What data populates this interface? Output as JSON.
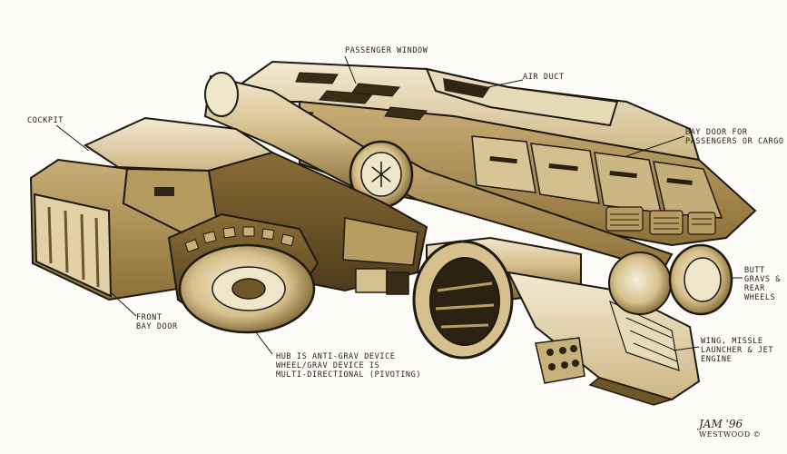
{
  "colors": {
    "paper": "#fcfbf7",
    "ink": "#1f1a10",
    "sepia_dark": "#6e5628",
    "sepia_mid": "#a88a4e",
    "sepia_light": "#d9c89a",
    "sepia_pale": "#efe6cc"
  },
  "labels": {
    "cockpit": "Cockpit",
    "passenger_window": "Passenger window",
    "air_duct": "Air duct",
    "bay_door_line1": "Bay door for",
    "bay_door_line2": "passengers or cargo",
    "butt_grav_line1": "Butt",
    "butt_grav_line2": "gravs &",
    "butt_grav_line3": "rear",
    "butt_grav_line4": "wheels",
    "front_bay_door_line1": "Front",
    "front_bay_door_line2": "bay door",
    "hub_line1": "Hub is anti-grav device",
    "hub_line2": "wheel/grav device is",
    "hub_line3": "multi-directional (pivoting)",
    "wing_line1": "Wing, missle",
    "wing_line2": "launcher & jet",
    "wing_line3": "engine"
  },
  "signature": {
    "line1": "JAM '96",
    "line2": "WESTWOOD ©"
  }
}
